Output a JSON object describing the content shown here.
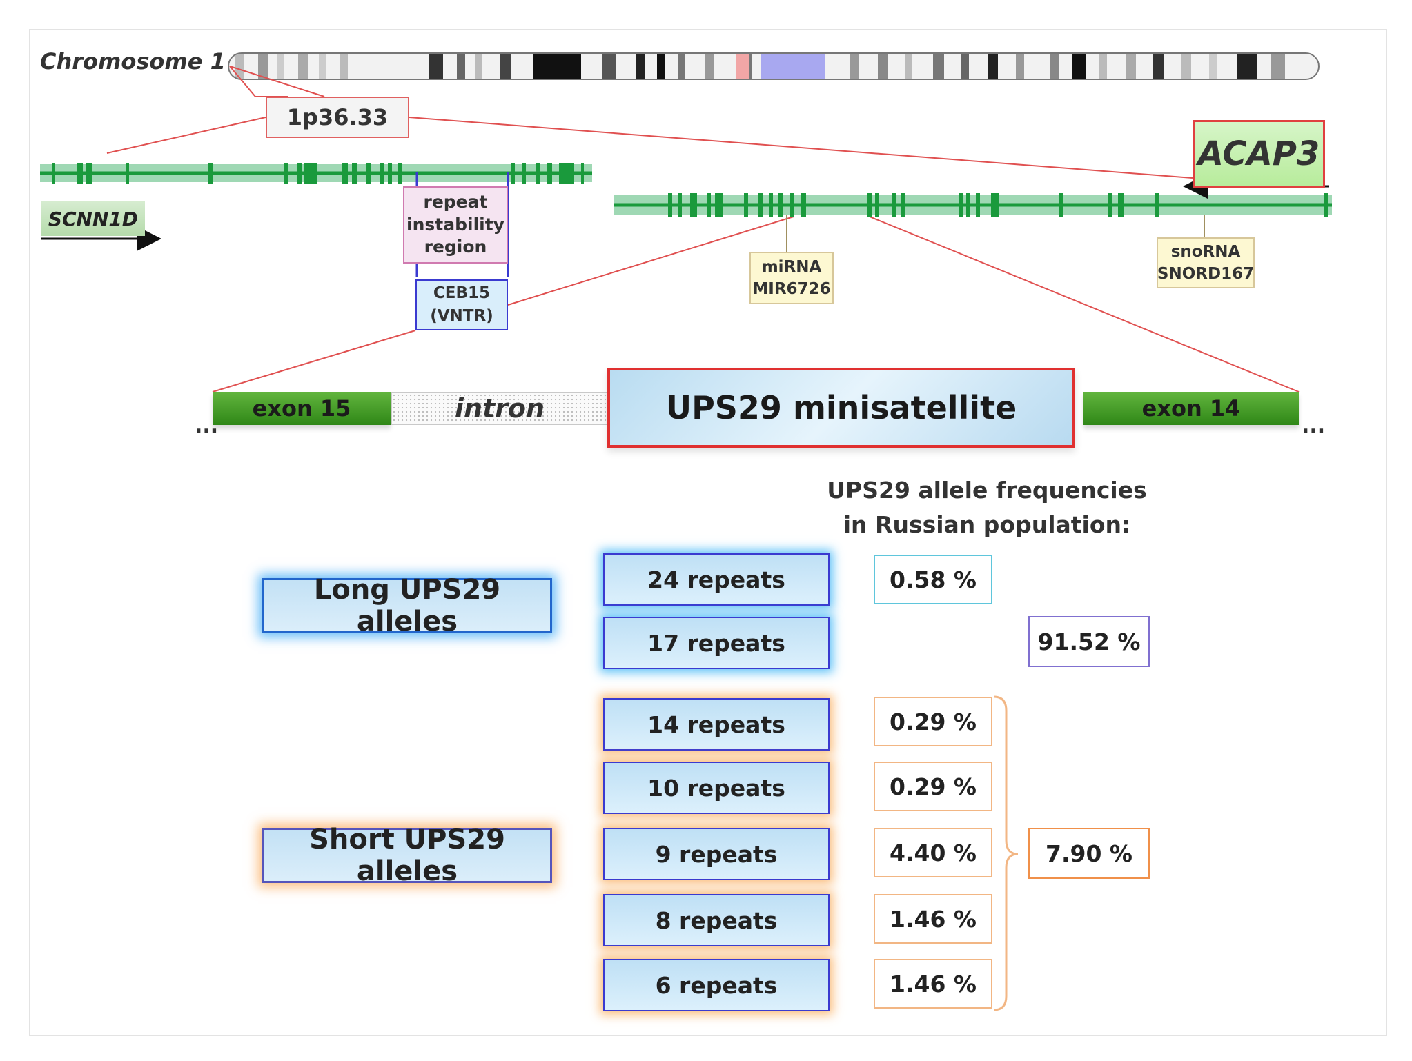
{
  "chromosome": {
    "label": "Chromosome 1",
    "locus": "1p36.33"
  },
  "genes": {
    "left": "SCNN1D",
    "right": "ACAP3"
  },
  "annotations": {
    "repeat_region": [
      "repeat",
      "instability",
      "region"
    ],
    "ceb15": [
      "CEB15",
      "(VNTR)"
    ],
    "mirna": [
      "miRNA",
      "MIR6726"
    ],
    "snorna": [
      "snoRNA",
      "SNORD167"
    ]
  },
  "zoom": {
    "exon_left": "exon 15",
    "intron": "intron",
    "minisatellite": "UPS29 minisatellite",
    "exon_right": "exon 14",
    "ellipsis": "..."
  },
  "frequencies": {
    "title_line1": "UPS29 allele frequencies",
    "title_line2": "in Russian population:",
    "long_group": {
      "label": "Long UPS29 alleles",
      "alleles": [
        {
          "repeats": "24 repeats",
          "frequency": "0.58 %"
        },
        {
          "repeats": "17 repeats",
          "frequency": ""
        }
      ],
      "total": "91.52 %"
    },
    "short_group": {
      "label": "Short UPS29 alleles",
      "alleles": [
        {
          "repeats": "14 repeats",
          "frequency": "0.29 %"
        },
        {
          "repeats": "10 repeats",
          "frequency": "0.29 %"
        },
        {
          "repeats": "9 repeats",
          "frequency": "4.40 %"
        },
        {
          "repeats": "8 repeats",
          "frequency": "1.46 %"
        },
        {
          "repeats": "6 repeats",
          "frequency": "1.46 %"
        }
      ],
      "total": "7.90 %"
    }
  },
  "colors": {
    "gene_green": "#1a9a3c",
    "highlight_red": "#e03030",
    "allele_blue": "#3a3ad0",
    "long_glow": "#3cb4f5",
    "short_glow": "#faaf5f"
  }
}
